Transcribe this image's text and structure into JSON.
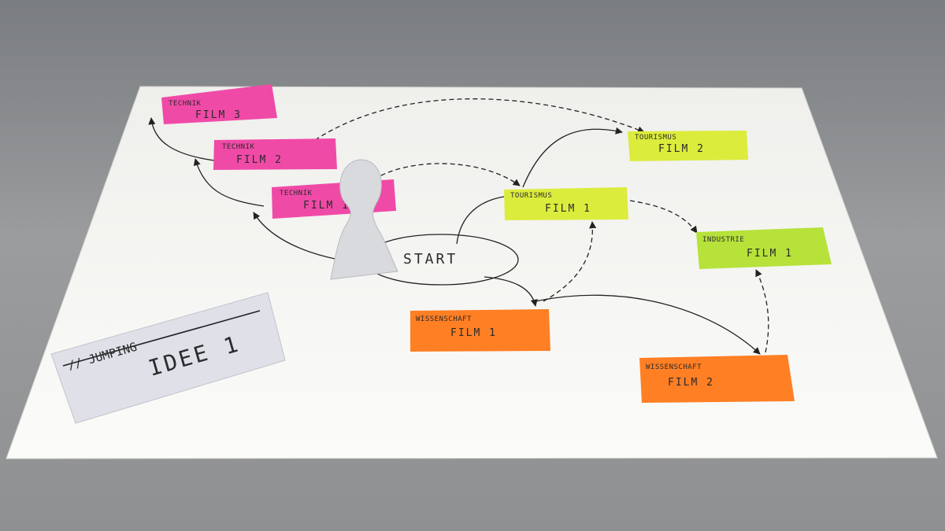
{
  "board": {
    "start_label": "START",
    "sign": {
      "line1": "// JUMPING",
      "line2": "IDEE 1"
    }
  },
  "notes": [
    {
      "id": "technik3",
      "category": "TECHNIK",
      "film": "FILM 3",
      "color": "#f04aa7"
    },
    {
      "id": "technik2",
      "category": "TECHNIK",
      "film": "FILM 2",
      "color": "#f04aa7"
    },
    {
      "id": "technik1",
      "category": "TECHNIK",
      "film": "FILM 1",
      "color": "#f04aa7"
    },
    {
      "id": "tourismus2",
      "category": "TOURISMUS",
      "film": "FILM 2",
      "color": "#dcec3c"
    },
    {
      "id": "tourismus1",
      "category": "TOURISMUS",
      "film": "FILM 1",
      "color": "#dcec3c"
    },
    {
      "id": "industrie1",
      "category": "INDUSTRIE",
      "film": "FILM 1",
      "color": "#b6e23a"
    },
    {
      "id": "wissenschaft1",
      "category": "WISSENSCHAFT",
      "film": "FILM 1",
      "color": "#ff7f24"
    },
    {
      "id": "wissenschaft2",
      "category": "WISSENSCHAFT",
      "film": "FILM 2",
      "color": "#ff7f24"
    }
  ],
  "colors": {
    "paper": "#f6f6f3",
    "pawn": "#d9dade",
    "sign": "#dfe0e8"
  }
}
